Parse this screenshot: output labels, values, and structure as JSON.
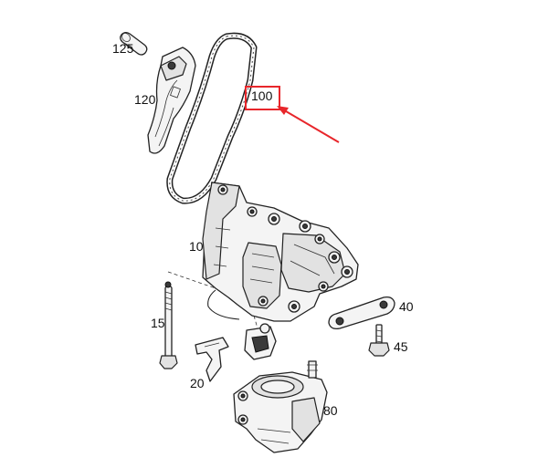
{
  "diagram": {
    "callouts": [
      {
        "id": "label-125",
        "text": "125"
      },
      {
        "id": "label-120",
        "text": "120"
      },
      {
        "id": "label-100",
        "text": "100"
      },
      {
        "id": "label-10",
        "text": "10"
      },
      {
        "id": "label-15",
        "text": "15"
      },
      {
        "id": "label-20",
        "text": "20"
      },
      {
        "id": "label-40",
        "text": "40"
      },
      {
        "id": "label-45",
        "text": "45"
      },
      {
        "id": "label-80",
        "text": "80"
      }
    ],
    "highlight": {
      "part": "100",
      "box_color": "#e8262b",
      "arrow_color": "#e8262b"
    }
  }
}
